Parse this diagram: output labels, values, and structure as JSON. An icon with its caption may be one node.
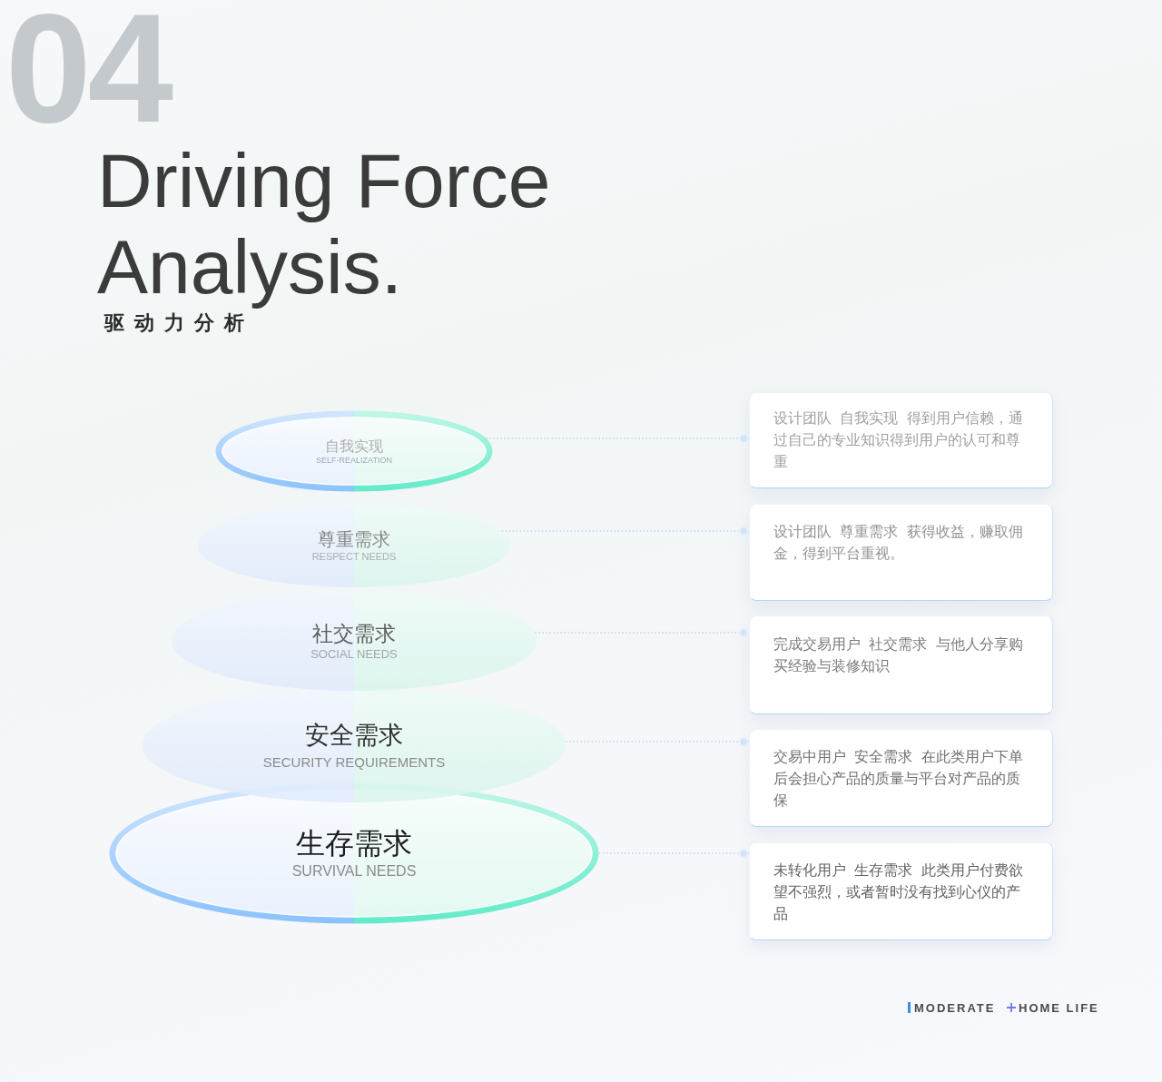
{
  "diagram": {
    "title": "Driving Force Analysis.",
    "nodes": [
      {
        "text": [
          "自我实现",
          "SELF-REALIZATION"
        ]
      },
      {
        "text": [
          "尊重需求",
          "RESPECT NEEDS"
        ]
      },
      {
        "text": [
          "社交需求",
          "SOCIAL NEEDS"
        ]
      },
      {
        "text": [
          "安全需求",
          "SECURITY REQUIREMENTS"
        ]
      },
      {
        "text": [
          "生存需求",
          "SURVIVAL NEEDS"
        ]
      },
      {
        "text": [
          "设计团队 自我实现 得到用户信赖，通过自己的专业知识得到用户的认可和尊重"
        ]
      },
      {
        "text": [
          "设计团队 尊重需求 获得收益，赚取佣金，得到平台重视。"
        ]
      },
      {
        "text": [
          "完成交易用户 社交需求 与他人分享购买经验与装修知识"
        ]
      },
      {
        "text": [
          "交易中用户 安全需求 在此类用户下单后会担心产品的质量与平台对产品的质保"
        ]
      },
      {
        "text": [
          "未转化用户 生存需求 此类用户付费欲望不强烈，或者暂时没有找到心仪的产品"
        ]
      }
    ],
    "edges": [
      {
        "from": 0,
        "to": 5,
        "arrow": "other",
        "style": "dashed"
      },
      {
        "from": 1,
        "to": 6,
        "arrow": "other",
        "style": "dashed"
      },
      {
        "from": 2,
        "to": 7,
        "arrow": "other",
        "style": "dashed"
      },
      {
        "from": 3,
        "to": 8,
        "arrow": "other",
        "style": "dashed"
      },
      {
        "from": 4,
        "to": 9,
        "arrow": "other",
        "style": "dashed"
      }
    ],
    "labels": [
      "04",
      "驱动力分析",
      "MODERATE",
      "HOME LIFE"
    ]
  }
}
